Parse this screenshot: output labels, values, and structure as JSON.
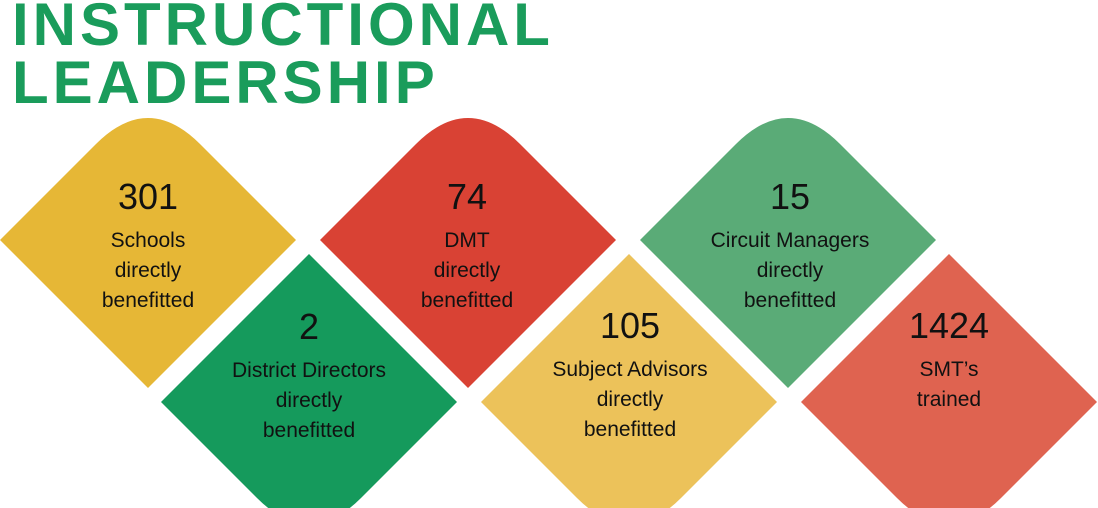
{
  "title": "INSTRUCTIONAL\nLEADERSHIP",
  "colors": {
    "title": "#1a9c5b",
    "yellow_dark": "#e6b736",
    "green_dark": "#159a5c",
    "red_dark": "#d94234",
    "yellow_light": "#ecc25a",
    "green_light": "#5aab77",
    "red_light": "#df6350"
  },
  "tiles": [
    {
      "value": "301",
      "label": "Schools\ndirectly\nbenefitted"
    },
    {
      "value": "2",
      "label": "District Directors\ndirectly\nbenefitted"
    },
    {
      "value": "74",
      "label": "DMT\ndirectly\nbenefitted"
    },
    {
      "value": "105",
      "label": "Subject Advisors\ndirectly\nbenefitted"
    },
    {
      "value": "15",
      "label": "Circuit Managers\ndirectly\nbenefitted"
    },
    {
      "value": "1424",
      "label": "SMT’s\ntrained"
    }
  ]
}
